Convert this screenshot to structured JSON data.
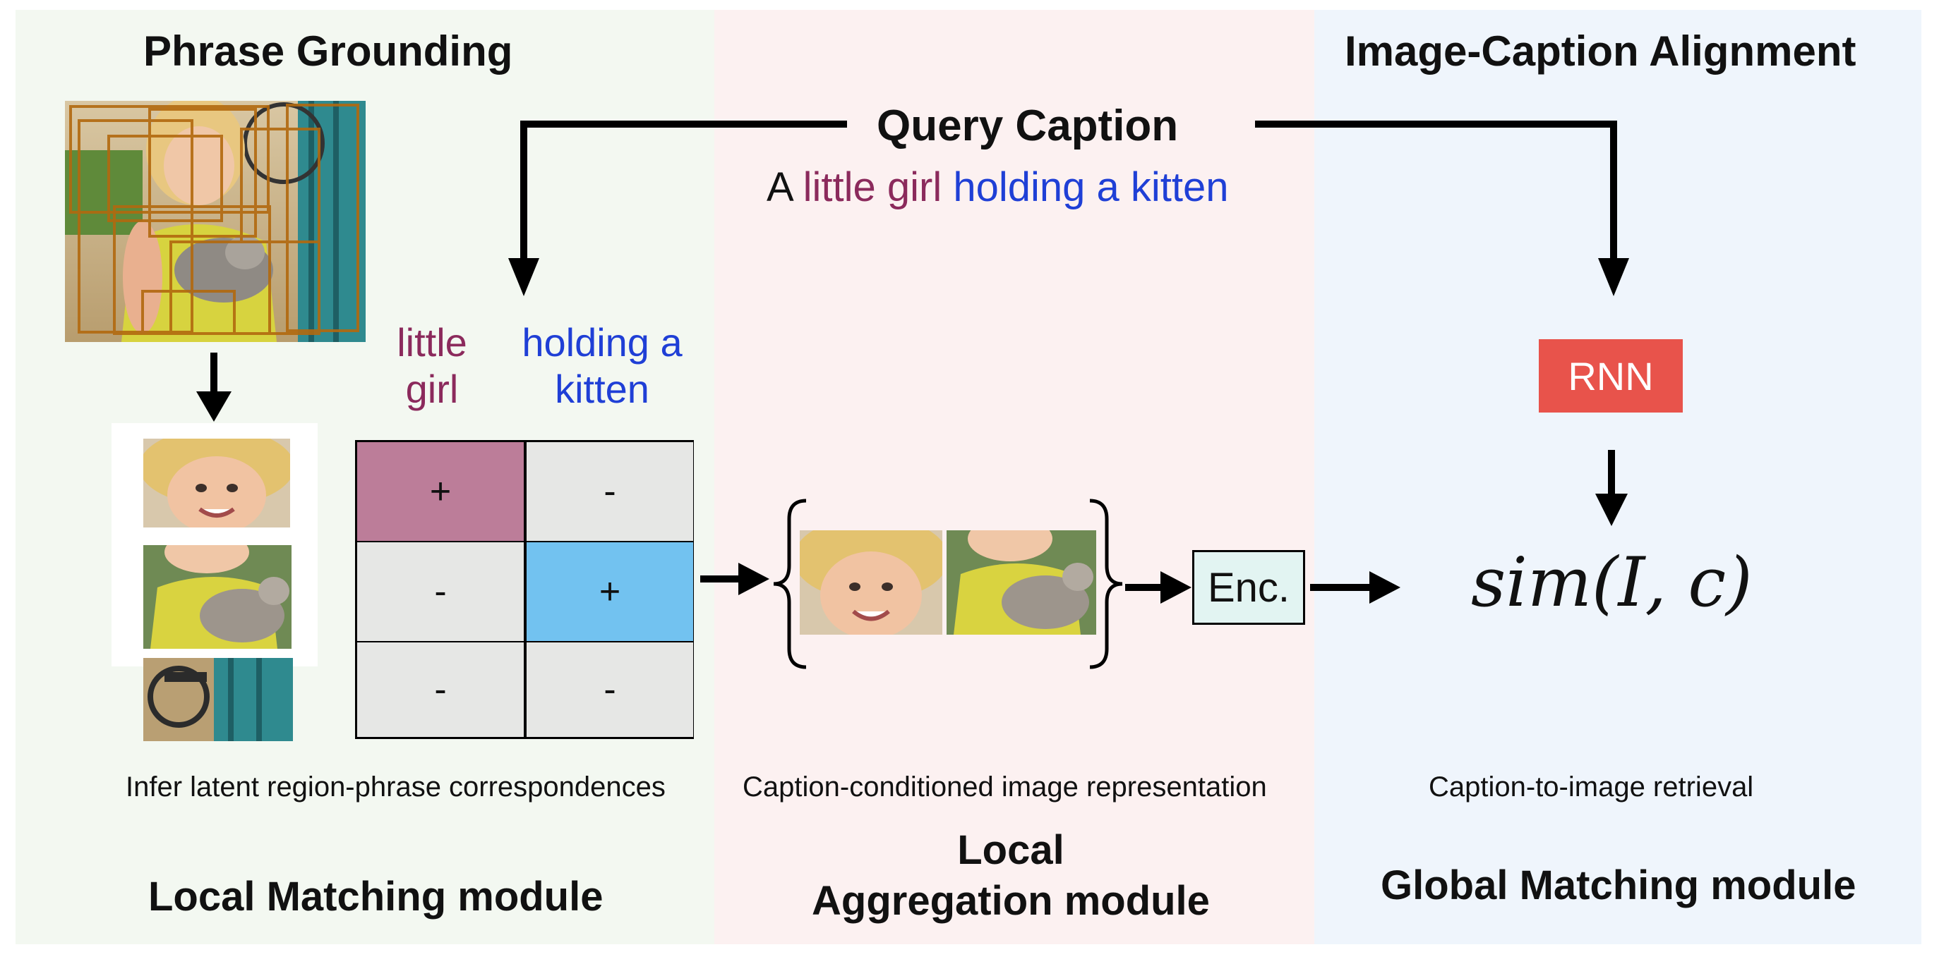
{
  "sections": {
    "phrase_grounding": "Phrase Grounding",
    "image_caption_alignment": "Image-Caption Alignment"
  },
  "query": {
    "title": "Query Caption",
    "words": {
      "a": "A",
      "phrase1": "little girl",
      "phrase2": "holding a kitten"
    }
  },
  "matrix": {
    "col1_line1": "little",
    "col1_line2": "girl",
    "col2_line1": "holding a",
    "col2_line2": "kitten",
    "cells": [
      "+",
      "-",
      "-",
      "+",
      "-",
      "-"
    ]
  },
  "encoder_label": "Enc.",
  "rnn_label": "RNN",
  "similarity": "sim(I, c)",
  "captions": {
    "left": "Infer latent region-phrase correspondences",
    "middle": "Caption-conditioned image representation",
    "right": "Caption-to-image retrieval"
  },
  "modules": {
    "local_matching": "Local Matching module",
    "local_aggregation_line1": "Local",
    "local_aggregation_line2": "Aggregation module",
    "global_matching": "Global Matching module"
  },
  "colors": {
    "panel_left": "#f3f8f1",
    "panel_middle": "#fcf1f1",
    "panel_right": "#eff5fc",
    "phrase1": "#8b2a5c",
    "phrase2": "#1f3fd6",
    "cell_positive1": "#bc7d99",
    "cell_positive2": "#72c2f0",
    "cell_negative": "#e6e7e5",
    "rnn_box": "#e8534b",
    "enc_box": "#e2f4f2",
    "detection_box": "#b2690f"
  },
  "icons": [
    "photo-girl-with-kitten",
    "crop-face",
    "crop-girl-kitten",
    "crop-bicycle",
    "arrow-icon",
    "brace-icon"
  ]
}
